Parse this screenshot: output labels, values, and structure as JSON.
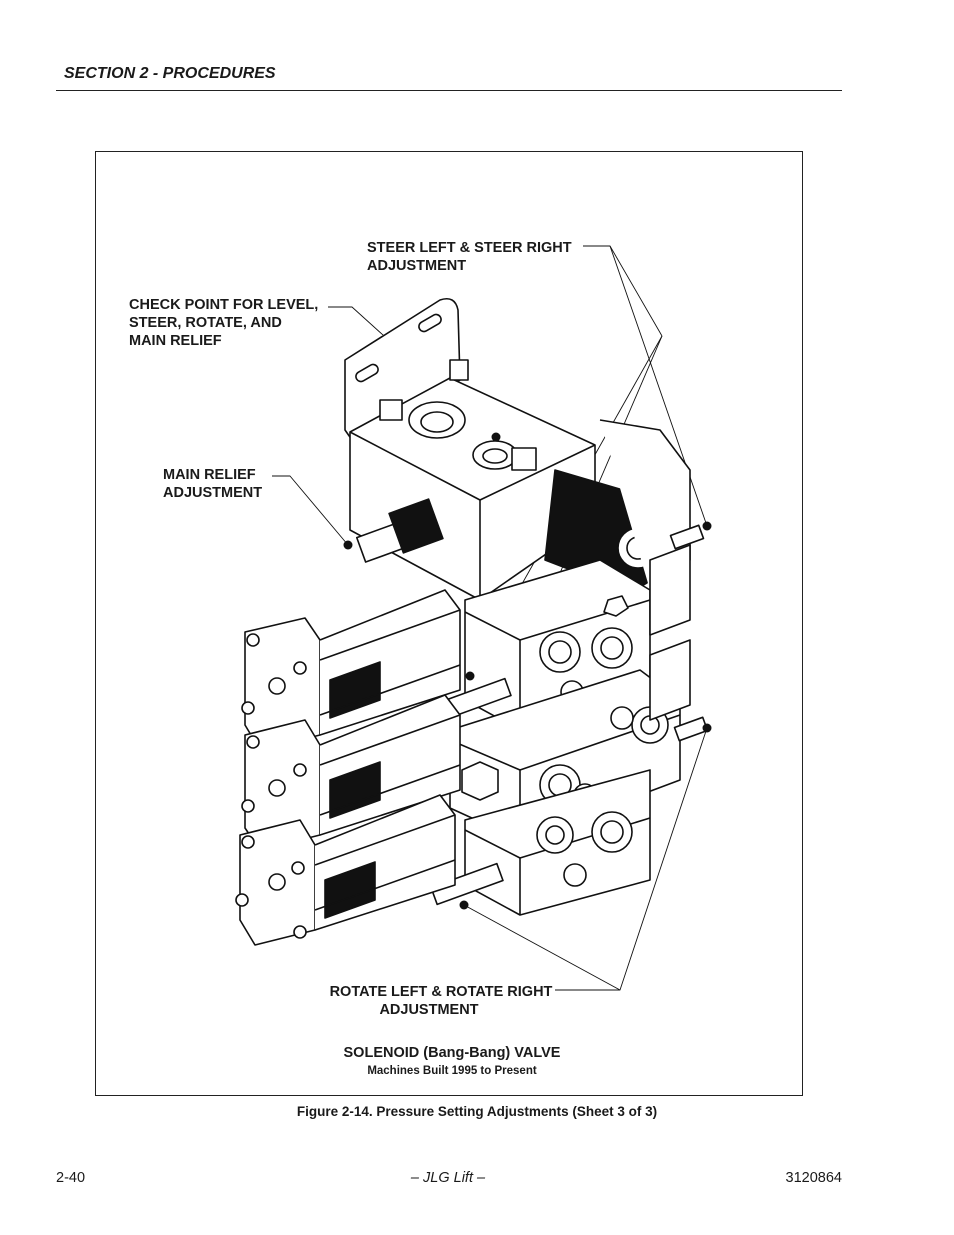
{
  "header": {
    "section_title": "SECTION 2 - PROCEDURES"
  },
  "figure": {
    "labels": {
      "steer_adjust_line1": "STEER LEFT & STEER RIGHT",
      "steer_adjust_line2": "ADJUSTMENT",
      "check_point_line1": "CHECK POINT FOR LEVEL,",
      "check_point_line2": "STEER, ROTATE, AND",
      "check_point_line3": "MAIN RELIEF",
      "main_relief_line1": "MAIN RELIEF",
      "main_relief_line2": "ADJUSTMENT",
      "rotate_adjust_line1": "ROTATE LEFT & ROTATE RIGHT",
      "rotate_adjust_line2": "ADJUSTMENT",
      "valve_title": "SOLENOID (Bang-Bang) VALVE",
      "valve_subtitle": "Machines Built 1995 to Present"
    },
    "caption": "Figure 2-14.   Pressure Setting Adjustments (Sheet 3 of 3)"
  },
  "footer": {
    "page_number": "2-40",
    "center_text": "– JLG Lift –",
    "doc_number": "3120864"
  }
}
